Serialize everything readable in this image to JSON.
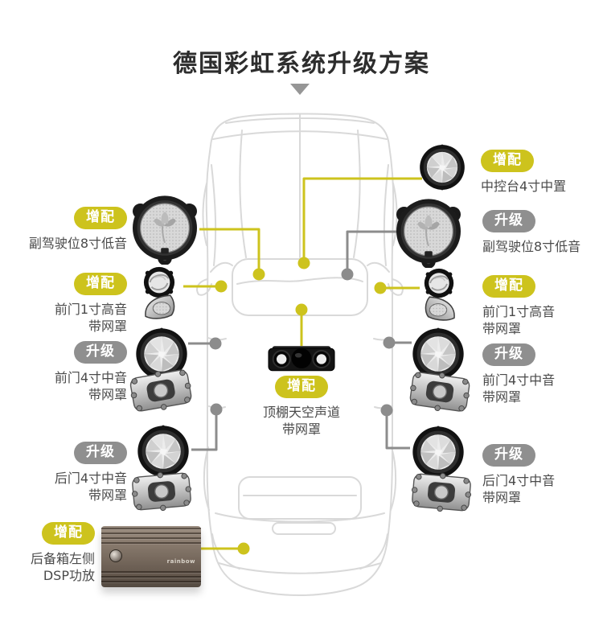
{
  "title": "德国彩虹系统升级方案",
  "colors": {
    "accent_yellow": "#cdc31d",
    "connector_gray": "#8c8c8c",
    "label_text": "#4a4a4a",
    "car_outline": "#d9d9d9"
  },
  "badges": {
    "add": "增配",
    "upgrade": "升级"
  },
  "callouts": [
    {
      "id": "center-console",
      "badge": "增配",
      "type": "add",
      "lines": [
        "中控台4寸中置"
      ]
    },
    {
      "id": "front-passenger-left",
      "badge": "增配",
      "type": "add",
      "lines": [
        "副驾驶位8寸低音"
      ]
    },
    {
      "id": "front-passenger-right",
      "badge": "升级",
      "type": "upgrade",
      "lines": [
        "副驾驶位8寸低音"
      ]
    },
    {
      "id": "front-door-tweeter-left",
      "badge": "增配",
      "type": "add",
      "lines": [
        "前门1寸高音",
        "带网罩"
      ]
    },
    {
      "id": "front-door-tweeter-right",
      "badge": "增配",
      "type": "add",
      "lines": [
        "前门1寸高音",
        "带网罩"
      ]
    },
    {
      "id": "front-door-mid-left",
      "badge": "升级",
      "type": "upgrade",
      "lines": [
        "前门4寸中音",
        "带网罩"
      ]
    },
    {
      "id": "front-door-mid-right",
      "badge": "升级",
      "type": "upgrade",
      "lines": [
        "前门4寸中音",
        "带网罩"
      ]
    },
    {
      "id": "roof-sky-channel",
      "badge": "增配",
      "type": "add",
      "lines": [
        "顶棚天空声道",
        "带网罩"
      ]
    },
    {
      "id": "rear-door-mid-left",
      "badge": "升级",
      "type": "upgrade",
      "lines": [
        "后门4寸中音",
        "带网罩"
      ]
    },
    {
      "id": "rear-door-mid-right",
      "badge": "升级",
      "type": "upgrade",
      "lines": [
        "后门4寸中音",
        "带网罩"
      ]
    },
    {
      "id": "trunk-dsp",
      "badge": "增配",
      "type": "add",
      "lines": [
        "后备箱左侧",
        "DSP功放"
      ]
    }
  ],
  "amp": {
    "logo": "rainbow"
  }
}
